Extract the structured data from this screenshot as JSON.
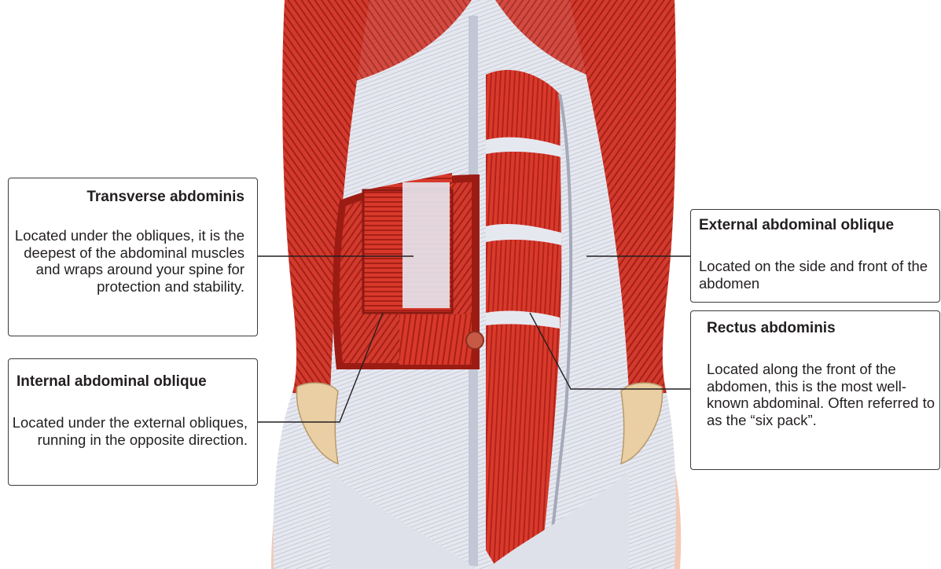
{
  "colors": {
    "muscle_red": "#d8392b",
    "muscle_dark": "#a81f16",
    "fascia": "#e6e8f0",
    "fascia_shadow": "#b6b9c8",
    "bone": "#e9cfa3",
    "skin": "#f3c9b4",
    "border": "#3a3a3a",
    "text": "#231f20"
  },
  "labels": {
    "transverse": {
      "title": "Transverse abdominis",
      "description": "Located under the obliques, it is the deepest of the abdominal muscles and wraps around your spine for protection and stability."
    },
    "internal": {
      "title": "Internal abdominal oblique",
      "description": "Located under the external obliques, running in the opposite direction."
    },
    "external": {
      "title": "External abdominal oblique",
      "description": "Located on the side and front of the abdomen"
    },
    "rectus": {
      "title": "Rectus abdominis",
      "description": "Located along the front of the abdomen, this is the most well-known abdominal. Often referred to as the “six pack”."
    }
  }
}
